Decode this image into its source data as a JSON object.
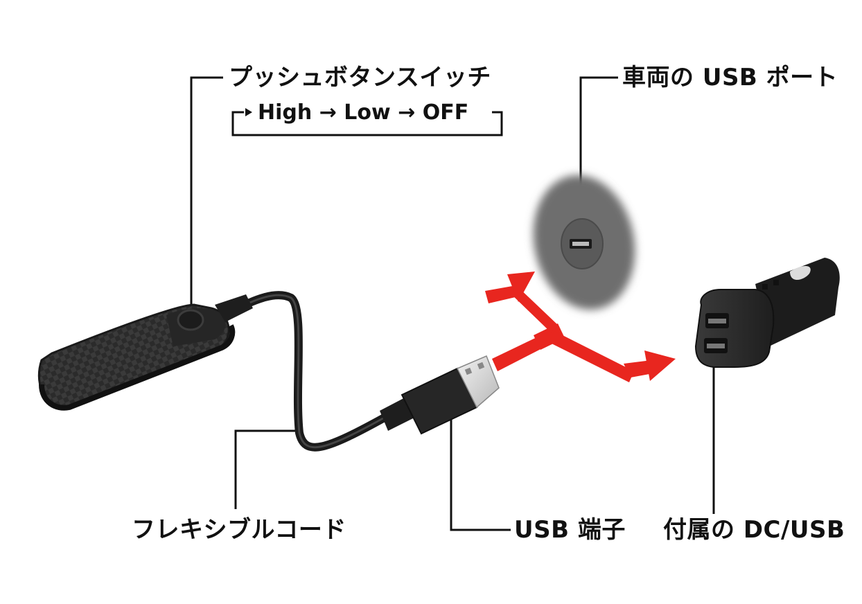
{
  "labels": {
    "push_button_switch": "プッシュボタンスイッチ",
    "cycle_high": "High",
    "cycle_low": "Low",
    "cycle_off": "OFF",
    "arrow_glyph": "→",
    "vehicle_usb_port": "車両の USB ポート",
    "flexible_cord": "フレキシブルコード",
    "usb_terminal": "USB 端子",
    "included_dc_usb": "付属の DC/USB"
  },
  "colors": {
    "leader_line": "#111111",
    "arrow_red": "#e8261f",
    "device_body": "#2a2a2a",
    "port_disc": "#6e6e6e"
  }
}
